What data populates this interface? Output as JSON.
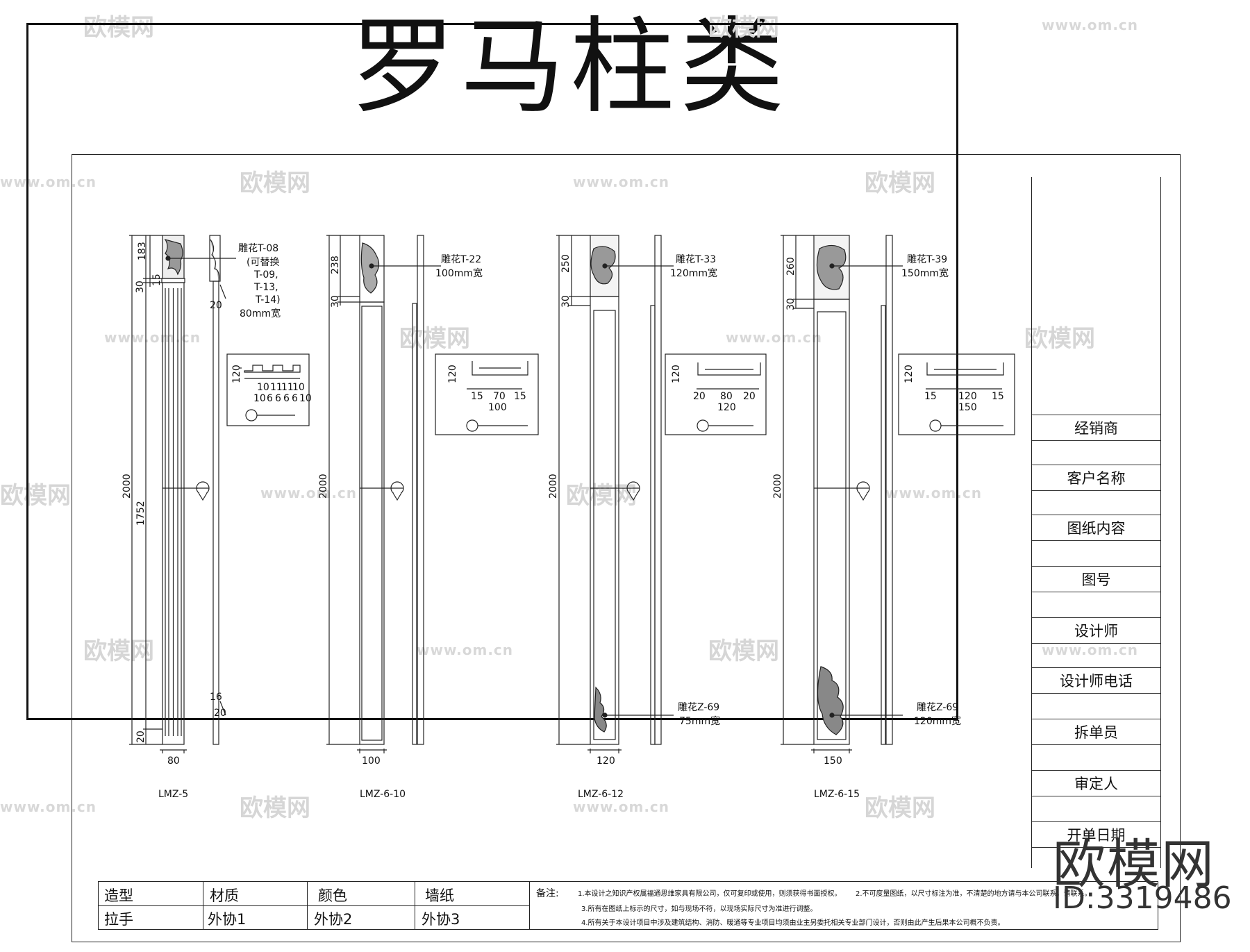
{
  "title": "罗马柱类",
  "columns": [
    {
      "code": "LMZ-5",
      "carving": [
        "雕花T-08",
        "(可替换",
        "T-09,",
        "T-13,",
        "T-14)",
        "80mm宽"
      ],
      "dims_left": [
        "183",
        "30",
        "15",
        "2000",
        "1752",
        "20"
      ],
      "dims_right": [
        "20",
        "16",
        "20"
      ],
      "width": "80",
      "section": {
        "height": "120",
        "top": [
          "10",
          "11",
          "11",
          "10"
        ],
        "bottom": [
          "10",
          "6",
          "6",
          "6",
          "6",
          "10"
        ]
      }
    },
    {
      "code": "LMZ-6-10",
      "carving": [
        "雕花T-22",
        "100mm宽"
      ],
      "dims_left": [
        "238",
        "30",
        "2000"
      ],
      "width": "100",
      "section": {
        "height": "120",
        "parts": [
          "15",
          "70",
          "15"
        ],
        "total": "100"
      }
    },
    {
      "code": "LMZ-6-12",
      "carving": [
        "雕花T-33",
        "120mm宽"
      ],
      "bottom_carving": [
        "雕花Z-69",
        "75mm宽"
      ],
      "dims_left": [
        "250",
        "30",
        "2000"
      ],
      "width": "120",
      "section": {
        "height": "120",
        "parts": [
          "20",
          "80",
          "20"
        ],
        "total": "120"
      }
    },
    {
      "code": "LMZ-6-15",
      "carving": [
        "雕花T-39",
        "150mm宽"
      ],
      "bottom_carving": [
        "雕花Z-69",
        "120mm宽"
      ],
      "dims_left": [
        "260",
        "30",
        "2000"
      ],
      "width": "150",
      "section": {
        "height": "120",
        "parts": [
          "15",
          "120",
          "15"
        ],
        "total": "150"
      }
    }
  ],
  "title_block": [
    "经销商",
    "客户名称",
    "图纸内容",
    "图号",
    "设计师",
    "设计师电话",
    "拆单员",
    "审定人",
    "开单日期"
  ],
  "bottom_table": {
    "row1": [
      "造型",
      "材质",
      "颜色",
      "墙纸"
    ],
    "row2": [
      "拉手",
      "外协1",
      "外协2",
      "外协3"
    ],
    "notes_label": "备注:",
    "notes": [
      "1.本设计之知识产权属福通思维家具有限公司，仅可复印或使用，则须获得书面授权。",
      "2.不可度量图纸，以尺寸标注为准，不清楚的地方请与本公司联系，请联系。",
      "3.所有在图纸上标示的尺寸，如与现场不符，以现场实际尺寸为准进行调整。",
      "4.所有关于本设计项目中涉及建筑结构、消防、暖通等专业项目均须由业主另委托相关专业部门设计，否则由此产生后果本公司概不负责。"
    ]
  },
  "watermark": {
    "brand": "欧模网",
    "url": "www.om.cn",
    "id": "ID:3319486"
  }
}
